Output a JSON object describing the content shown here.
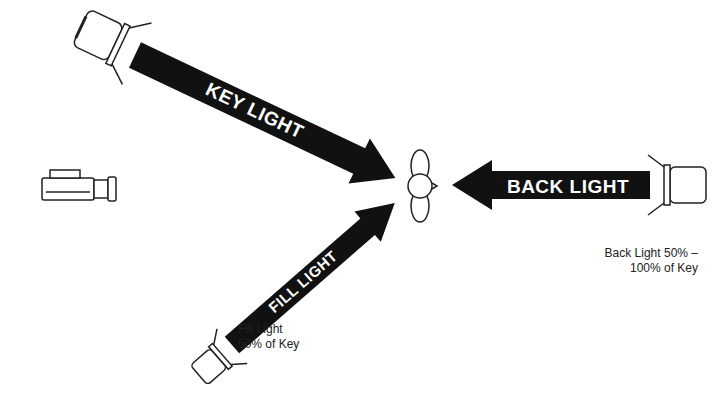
{
  "diagram": {
    "labels": [
      "KEY LIGHT",
      "BACK LIGHT",
      "FILL LIGHT",
      "Fill Light 50% of Key",
      "Back Light 50% – 100% of Key"
    ]
  }
}
